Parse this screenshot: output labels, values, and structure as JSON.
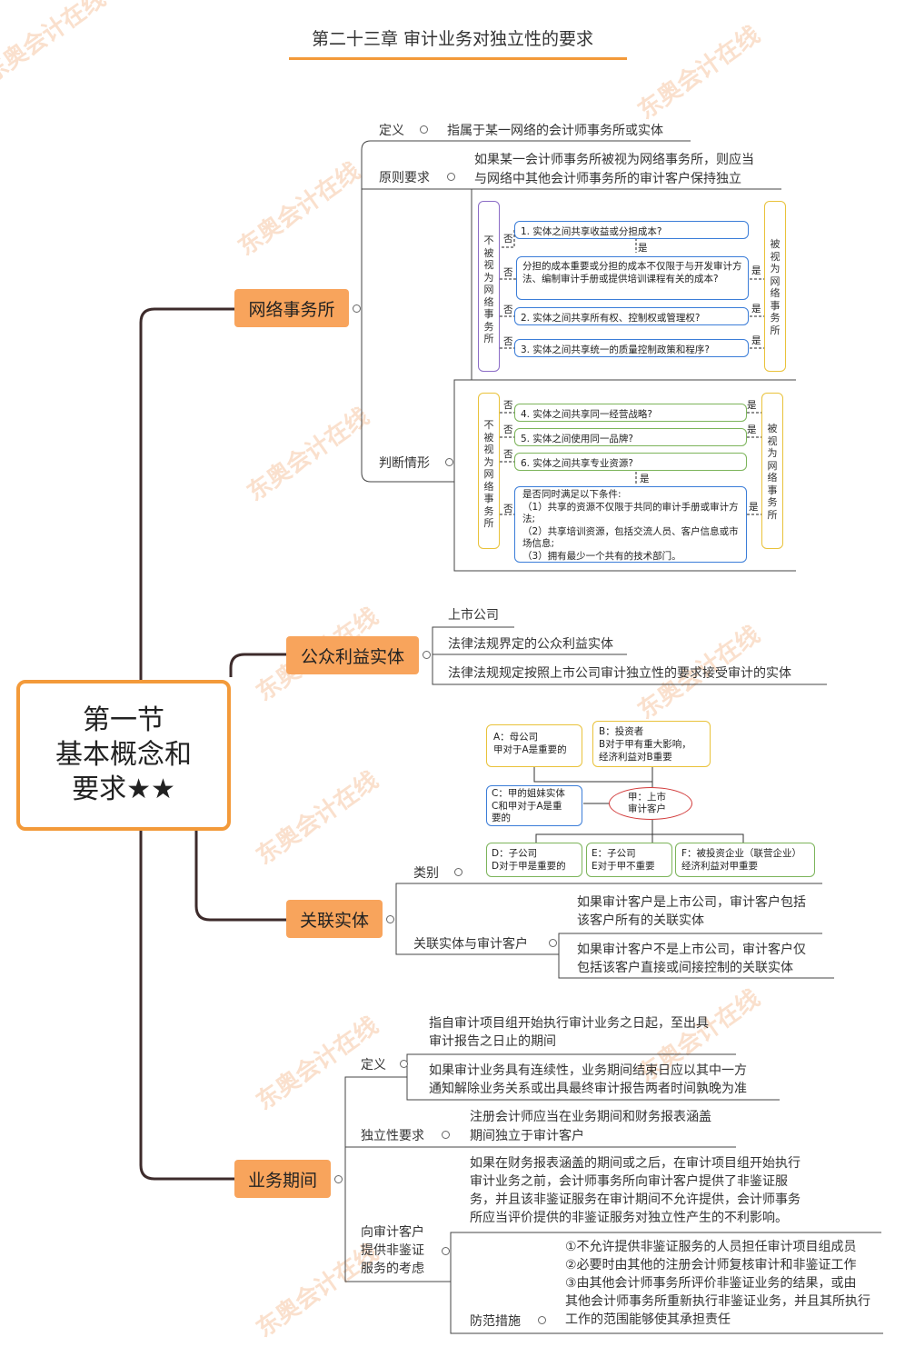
{
  "title": "第二十三章 审计业务对独立性的要求",
  "root": {
    "line1": "第一节",
    "line2": "基本概念和",
    "line3": "要求★★"
  },
  "watermark": "东奥会计在线",
  "topics": {
    "network": "网络事务所",
    "public": "公众利益实体",
    "related": "关联实体",
    "period": "业务期间"
  },
  "network": {
    "def_label": "定义",
    "def_text": "指属于某一网络的会计师事务所或实体",
    "principle_label": "原则要求",
    "principle_line1": "如果某一会计师事务所被视为网络事务所，则应当",
    "principle_line2": "与网络中其他会计师事务所的审计客户保持独立",
    "judge_label": "判断情形",
    "not_network": "不被视为网络事务所",
    "is_network": "被视为网络事务所",
    "no": "否",
    "yes": "是",
    "q1": "1. 实体之间共享收益或分担成本?",
    "q1b": "分担的成本重要或分担的成本不仅限于与开发审计方法、编制审计手册或提供培训课程有关的成本?",
    "q2": "2. 实体之间共享所有权、控制权或管理权?",
    "q3": "3. 实体之间共享统一的质量控制政策和程序?",
    "q4": "4. 实体之间共享同一经营战略?",
    "q5": "5. 实体之间使用同一品牌?",
    "q6": "6. 实体之间共享专业资源?",
    "q6b_1": "是否同时满足以下条件:",
    "q6b_2": "（1）共享的资源不仅限于共同的审计手册或审计方法;",
    "q6b_3": "（2）共享培训资源，包括交流人员、客户信息或市场信息;",
    "q6b_4": "（3）拥有最少一个共有的技术部门。"
  },
  "public": {
    "items": [
      "上市公司",
      "法律法规界定的公众利益实体",
      "法律法规规定按照上市公司审计独立性的要求接受审计的实体"
    ]
  },
  "related": {
    "category_label": "类别",
    "a": "A：母公司\n甲对于A是重要的",
    "b": "B：投资者\nB对于甲有重大影响，\n经济利益对B重要",
    "c": "C：甲的姐妹实体\nC和甲对于A是重\n要的",
    "center": "甲：上市\n审计客户",
    "d": "D：子公司\nD对于甲是重要的",
    "e": "E：子公司\nE对于甲不重要",
    "f": "F：被投资企业（联营企业）\n经济利益对甲重要",
    "client_label": "关联实体与审计客户",
    "client1_l1": "如果审计客户是上市公司，审计客户包括",
    "client1_l2": "该客户所有的关联实体",
    "client2_l1": "如果审计客户不是上市公司，审计客户仅",
    "client2_l2": "包括该客户直接或间接控制的关联实体"
  },
  "period": {
    "def_label": "定义",
    "def1_l1": "指自审计项目组开始执行审计业务之日起，至出具",
    "def1_l2": "审计报告之日止的期间",
    "def2_l1": "如果审计业务具有连续性，业务期间结束日应以其中一方",
    "def2_l2": "通知解除业务关系或出具最终审计报告两者时间孰晚为准",
    "indep_label": "独立性要求",
    "indep_l1": "注册会计师应当在业务期间和财务报表涵盖",
    "indep_l2": "期间独立于审计客户",
    "nonassur_label_1": "向审计客户",
    "nonassur_label_2": "提供非鉴证",
    "nonassur_label_3": "服务的考虑",
    "nonassur_l1": "如果在财务报表涵盖的期间或之后，在审计项目组开始执行",
    "nonassur_l2": "审计业务之前，会计师事务所向审计客户提供了非鉴证服",
    "nonassur_l3": "务，并且该非鉴证服务在审计期间不允许提供，会计师事务",
    "nonassur_l4": "所应当评价提供的非鉴证服务对独立性产生的不利影响。",
    "prevent_label": "防范措施",
    "prevent_1": "①不允许提供非鉴证服务的人员担任审计项目组成员",
    "prevent_2": "②必要时由其他的注册会计师复核审计和非鉴证工作",
    "prevent_3": "③由其他会计师事务所评价非鉴证业务的结果，或由",
    "prevent_4": "其他会计师事务所重新执行非鉴证业务，并且其所执行",
    "prevent_5": "工作的范围能够使其承担责任"
  },
  "colors": {
    "accent": "#f39a3a",
    "topic_fill": "#f8a45c",
    "blue": "#3b7dd8",
    "green": "#7cb45a",
    "yellow": "#e9c23a",
    "purple": "#8b6cc6",
    "trunk": "#3d2b2b"
  }
}
